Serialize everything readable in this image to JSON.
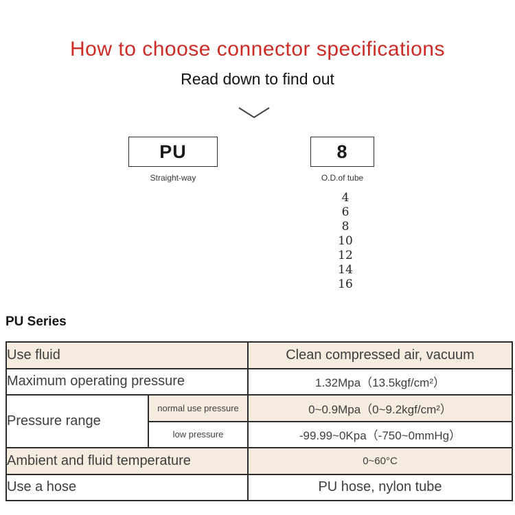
{
  "header": {
    "title": "How to choose connector specifications",
    "subtitle": "Read down to find out"
  },
  "icons": {
    "chevron_down": "chevron-down-icon"
  },
  "selector": {
    "series": {
      "code": "PU",
      "label": "Straight-way"
    },
    "size": {
      "code": "8",
      "label": "O.D.of tube",
      "options": [
        "4",
        "6",
        "8",
        "10",
        "12",
        "14",
        "16"
      ]
    }
  },
  "section": {
    "heading": "PU Series"
  },
  "spec_table": {
    "rows": [
      {
        "label": "Use fluid",
        "value": "Clean compressed air, vacuum"
      },
      {
        "label": "Maximum operating pressure",
        "value": "1.32Mpa（13.5kgf/cm²）"
      },
      {
        "label": "Pressure range",
        "sub": "normal use pressure",
        "value": "0~0.9Mpa（0~9.2kgf/cm²）"
      },
      {
        "sub": "low pressure",
        "value": "-99.99~0Kpa（-750~0mmHg）"
      },
      {
        "label": "Ambient and fluid temperature",
        "value": "0~60°C"
      },
      {
        "label": "Use a hose",
        "value": "PU hose, nylon tube"
      }
    ]
  },
  "colors": {
    "accent_red": "#cc2b26",
    "row_beige": "#f5ecdf",
    "table_border": "#2c2c2c",
    "text_dark": "#3e3e3e"
  }
}
